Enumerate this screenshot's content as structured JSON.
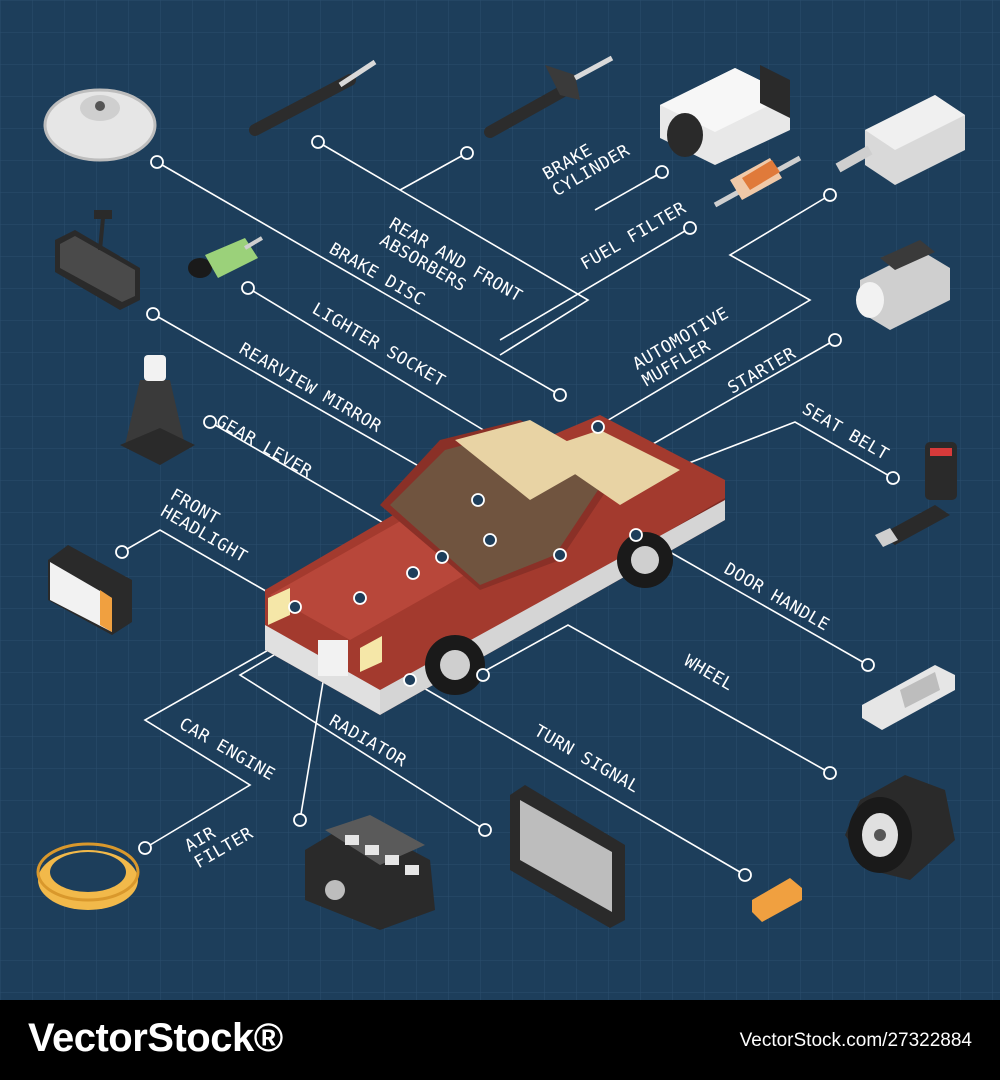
{
  "diagram": {
    "labels": {
      "brake_cylinder": "BRAKE\nCYLINDER",
      "rear_front_absorbers": "REAR AND FRONT\nABSORBERS",
      "fuel_filter": "FUEL FILTER",
      "brake_disc": "BRAKE DISC",
      "automotive_muffler": "AUTOMOTIVE\nMUFFLER",
      "lighter_socket": "LIGHTER SOCKET",
      "starter": "STARTER",
      "rearview_mirror": "REARVIEW MIRROR",
      "seat_belt": "SEAT BELT",
      "gear_lever": "GEAR LEVER",
      "front_headlight": "FRONT\nHEADLIGHT",
      "door_handle": "DOOR HANDLE",
      "wheel": "WHEEL",
      "car_engine": "CAR ENGINE",
      "radiator": "RADIATOR",
      "turn_signal": "TURN SIGNAL",
      "air_filter": "AIR\nFILTER"
    },
    "colors": {
      "background": "#1d3e5b",
      "grid": "#2a4e6e",
      "line": "#ffffff",
      "car_body": "#a33a2e",
      "car_roof": "#e8d3a4"
    }
  },
  "footer": {
    "brand": "VectorStock®",
    "url": "VectorStock.com/27322884"
  }
}
